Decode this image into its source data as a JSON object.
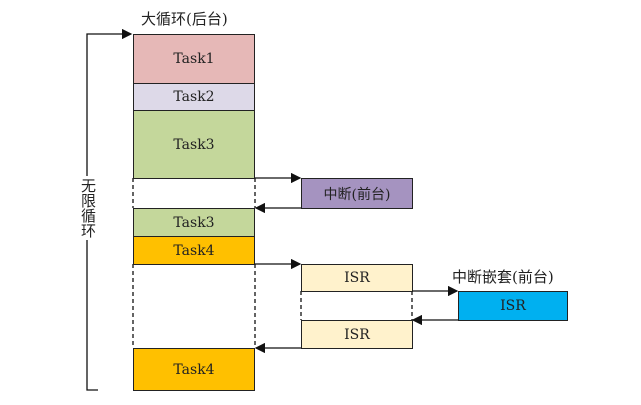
{
  "background_label": "大循环(后台)",
  "nested_label": "中断嵌套(前台)",
  "loop_label": "无限循环",
  "blocks": [
    {
      "label": "Task1",
      "color": "#e6b8b7"
    },
    {
      "label": "Task2",
      "color": "#ddd9e8"
    },
    {
      "label": "Task3",
      "color": "#c4d79b"
    },
    {
      "label": "中断(前台)",
      "color": "#a593c0"
    },
    {
      "label": "Task3",
      "color": "#c4d79b"
    },
    {
      "label": "Task4",
      "color": "#ffc000"
    },
    {
      "label": "ISR",
      "color": "#fff2cc"
    },
    {
      "label": "ISR",
      "color": "#00b0f0"
    },
    {
      "label": "ISR",
      "color": "#fff2cc"
    },
    {
      "label": "Task4",
      "color": "#ffc000"
    }
  ]
}
